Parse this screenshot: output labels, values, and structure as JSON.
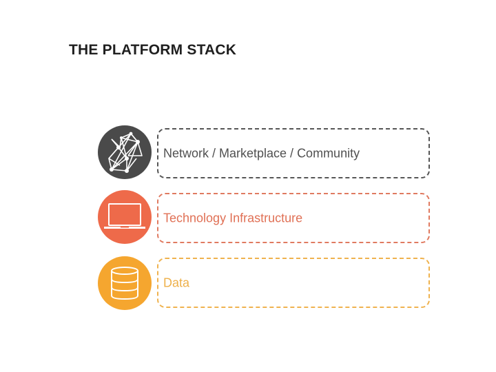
{
  "title": "THE PLATFORM STACK",
  "colors": {
    "network": "#4a4a4a",
    "network_text": "#505050",
    "network_border": "#555555",
    "technology": "#ee6a4a",
    "technology_text": "#e07055",
    "technology_border": "#e07a60",
    "data": "#f5a62f",
    "data_text": "#eeb04a",
    "data_border": "#efb24e"
  },
  "layers": [
    {
      "id": "network",
      "label": "Network / Marketplace / Community",
      "icon": "network-graph-icon"
    },
    {
      "id": "technology",
      "label": "Technology Infrastructure",
      "icon": "laptop-icon"
    },
    {
      "id": "data",
      "label": "Data",
      "icon": "database-icon"
    }
  ]
}
